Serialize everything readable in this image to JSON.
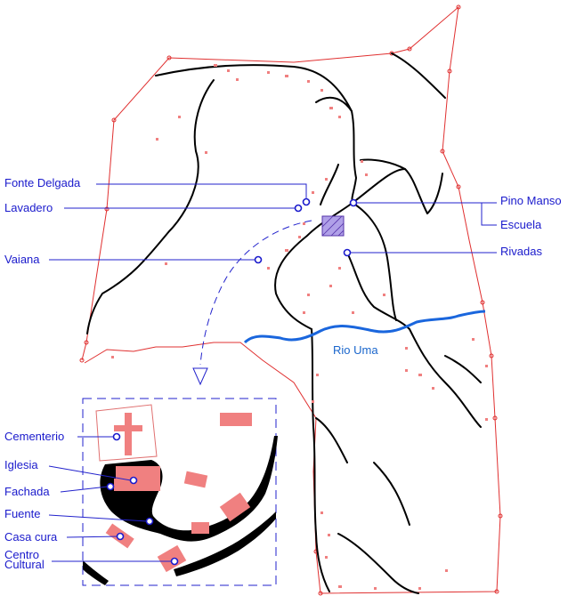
{
  "labels": {
    "fonte_delgada": "Fonte Delgada",
    "lavadero": "Lavadero",
    "vaiana": "Vaiana",
    "pino_manso": "Pino Manso",
    "escuela": "Escuela",
    "rivadas": "Rivadas",
    "rio_uma": "Rio Uma"
  },
  "inset_labels": {
    "cementerio": "Cementerio",
    "iglesia": "Iglesia",
    "fachada": "Fachada",
    "fuente": "Fuente",
    "casa_cura": "Casa cura",
    "centro_cultural_1": "Centro",
    "centro_cultural_2": "Cultural"
  },
  "colors": {
    "border": "#e03030",
    "roads": "#000000",
    "river": "#1a66dd",
    "labels": "#1a1acc",
    "buildings": "#f08080"
  }
}
